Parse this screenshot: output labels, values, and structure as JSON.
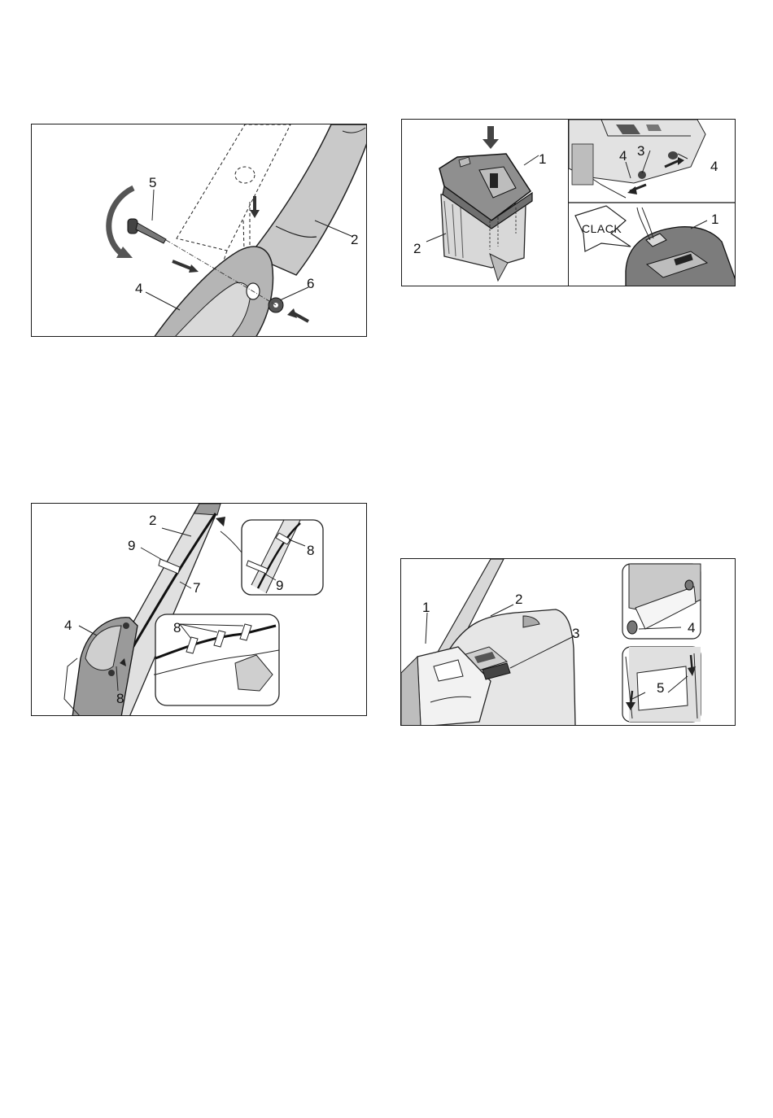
{
  "figures": {
    "fig1": {
      "labels": {
        "bolt": "5",
        "handle": "2",
        "bracket": "4",
        "nut": "6"
      }
    },
    "fig2": {
      "labels": {
        "cover": "1",
        "box": "2"
      }
    },
    "fig3": {
      "labels": {
        "left_pin": "4",
        "spring": "3",
        "right_pin": "4",
        "cover": "1",
        "clack": "CLACK"
      }
    },
    "fig4": {
      "labels": {
        "handle": "2",
        "clip_top": "9",
        "cable": "7",
        "bracket": "4",
        "clip_bottom": "8",
        "inset_top_clip": "8",
        "inset_top_ring": "9",
        "inset_bottom_clips": "8"
      }
    },
    "fig5": {
      "labels": {
        "flap": "1",
        "catcher": "2",
        "handle_grip": "3",
        "hook": "4",
        "slots": "5"
      }
    }
  }
}
